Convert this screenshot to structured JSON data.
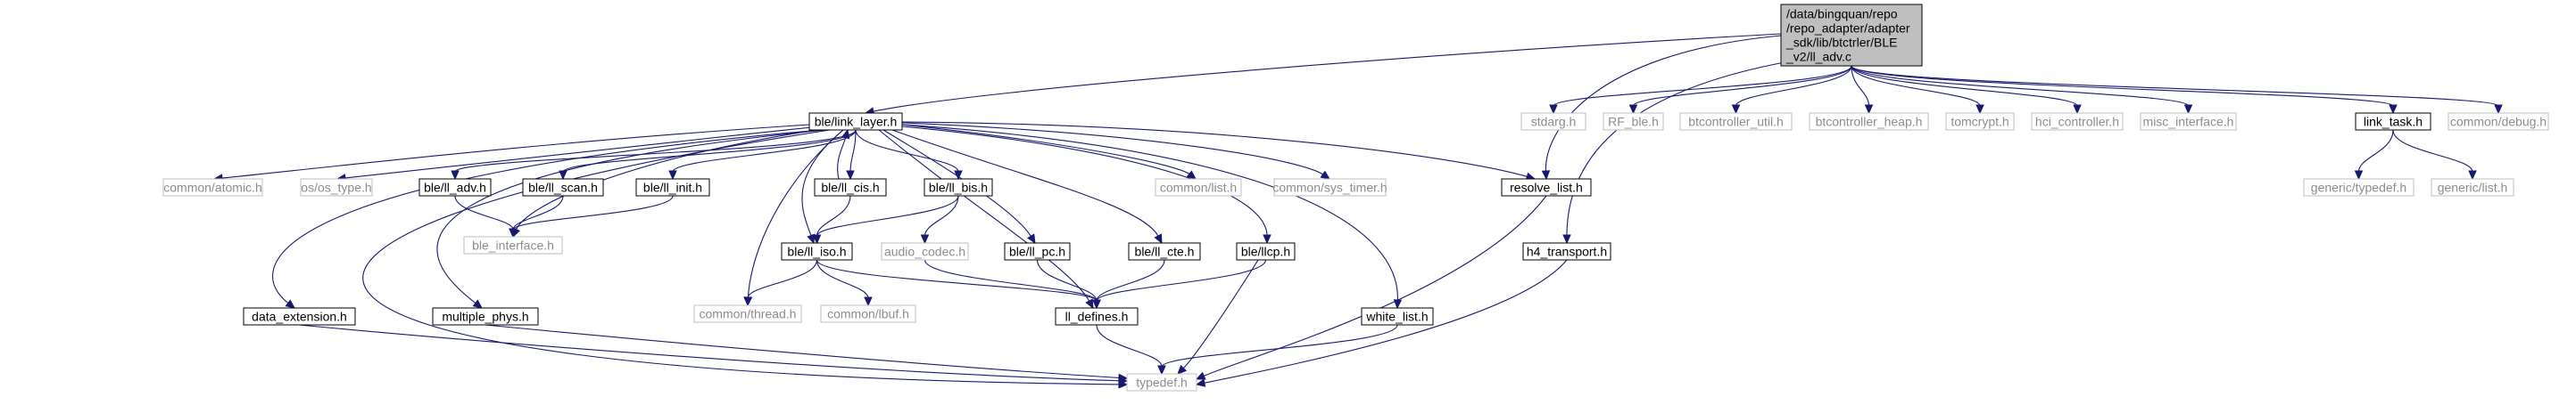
{
  "diagram": {
    "colors": {
      "edge": "#191970",
      "root_fill": "#bfbfbf",
      "doc_border": "#000000",
      "nodoc_border": "#bfbfbf",
      "nodoc_text": "#8c8c8c"
    },
    "nodes": [
      {
        "id": "root",
        "kind": "root",
        "lines": [
          "/data/bingquan/repo",
          "/repo_adapter/adapter",
          "_sdk/lib/btctrler/BLE",
          "_v2/ll_adv.c"
        ]
      },
      {
        "id": "link_layer",
        "kind": "doc",
        "lines": [
          "ble/link_layer.h"
        ]
      },
      {
        "id": "stdarg",
        "kind": "nodoc",
        "lines": [
          "stdarg.h"
        ]
      },
      {
        "id": "rf_ble",
        "kind": "nodoc",
        "lines": [
          "RF_ble.h"
        ]
      },
      {
        "id": "btctrl_util",
        "kind": "nodoc",
        "lines": [
          "btcontroller_util.h"
        ]
      },
      {
        "id": "btctrl_heap",
        "kind": "nodoc",
        "lines": [
          "btcontroller_heap.h"
        ]
      },
      {
        "id": "tomcrypt",
        "kind": "nodoc",
        "lines": [
          "tomcrypt.h"
        ]
      },
      {
        "id": "hci_controller",
        "kind": "nodoc",
        "lines": [
          "hci_controller.h"
        ]
      },
      {
        "id": "misc_interface",
        "kind": "nodoc",
        "lines": [
          "misc_interface.h"
        ]
      },
      {
        "id": "link_task",
        "kind": "doc",
        "lines": [
          "link_task.h"
        ]
      },
      {
        "id": "common_debug",
        "kind": "nodoc",
        "lines": [
          "common/debug.h"
        ]
      },
      {
        "id": "common_atomic",
        "kind": "nodoc",
        "lines": [
          "common/atomic.h"
        ]
      },
      {
        "id": "os_type",
        "kind": "nodoc",
        "lines": [
          "os/os_type.h"
        ]
      },
      {
        "id": "ll_adv",
        "kind": "doc",
        "lines": [
          "ble/ll_adv.h"
        ]
      },
      {
        "id": "ll_scan",
        "kind": "doc",
        "lines": [
          "ble/ll_scan.h"
        ]
      },
      {
        "id": "ll_init",
        "kind": "doc",
        "lines": [
          "ble/ll_init.h"
        ]
      },
      {
        "id": "ll_cis",
        "kind": "doc",
        "lines": [
          "ble/ll_cis.h"
        ]
      },
      {
        "id": "ll_bis",
        "kind": "doc",
        "lines": [
          "ble/ll_bis.h"
        ]
      },
      {
        "id": "common_list",
        "kind": "nodoc",
        "lines": [
          "common/list.h"
        ]
      },
      {
        "id": "common_sys_timer",
        "kind": "nodoc",
        "lines": [
          "common/sys_timer.h"
        ]
      },
      {
        "id": "resolve_list",
        "kind": "doc",
        "lines": [
          "resolve_list.h"
        ]
      },
      {
        "id": "generic_typedef",
        "kind": "nodoc",
        "lines": [
          "generic/typedef.h"
        ]
      },
      {
        "id": "generic_list",
        "kind": "nodoc",
        "lines": [
          "generic/list.h"
        ]
      },
      {
        "id": "ble_interface",
        "kind": "nodoc",
        "lines": [
          "ble_interface.h"
        ]
      },
      {
        "id": "ll_iso",
        "kind": "doc",
        "lines": [
          "ble/ll_iso.h"
        ]
      },
      {
        "id": "audio_codec",
        "kind": "nodoc",
        "lines": [
          "audio_codec.h"
        ]
      },
      {
        "id": "ll_pc",
        "kind": "doc",
        "lines": [
          "ble/ll_pc.h"
        ]
      },
      {
        "id": "ll_cte",
        "kind": "doc",
        "lines": [
          "ble/ll_cte.h"
        ]
      },
      {
        "id": "llcp",
        "kind": "doc",
        "lines": [
          "ble/llcp.h"
        ]
      },
      {
        "id": "h4_transport",
        "kind": "doc",
        "lines": [
          "h4_transport.h"
        ]
      },
      {
        "id": "common_thread",
        "kind": "nodoc",
        "lines": [
          "common/thread.h"
        ]
      },
      {
        "id": "common_lbuf",
        "kind": "nodoc",
        "lines": [
          "common/lbuf.h"
        ]
      },
      {
        "id": "data_extension",
        "kind": "doc",
        "lines": [
          "data_extension.h"
        ]
      },
      {
        "id": "multiple_phys",
        "kind": "doc",
        "lines": [
          "multiple_phys.h"
        ]
      },
      {
        "id": "ll_defines",
        "kind": "doc",
        "lines": [
          "ll_defines.h"
        ]
      },
      {
        "id": "white_list",
        "kind": "doc",
        "lines": [
          "white_list.h"
        ]
      },
      {
        "id": "typedef",
        "kind": "nodoc",
        "lines": [
          "typedef.h"
        ]
      }
    ],
    "edges": [
      [
        "root",
        "link_layer"
      ],
      [
        "root",
        "stdarg"
      ],
      [
        "root",
        "rf_ble"
      ],
      [
        "root",
        "btctrl_util"
      ],
      [
        "root",
        "btctrl_heap"
      ],
      [
        "root",
        "tomcrypt"
      ],
      [
        "root",
        "hci_controller"
      ],
      [
        "root",
        "misc_interface"
      ],
      [
        "root",
        "link_task"
      ],
      [
        "root",
        "common_debug"
      ],
      [
        "root",
        "resolve_list"
      ],
      [
        "root",
        "h4_transport"
      ],
      [
        "link_layer",
        "common_atomic"
      ],
      [
        "link_layer",
        "os_type"
      ],
      [
        "link_layer",
        "ll_adv"
      ],
      [
        "link_layer",
        "ll_scan"
      ],
      [
        "link_layer",
        "ll_init"
      ],
      [
        "link_layer",
        "ll_cis"
      ],
      [
        "link_layer",
        "ll_bis"
      ],
      [
        "link_layer",
        "common_list"
      ],
      [
        "link_layer",
        "common_sys_timer"
      ],
      [
        "link_layer",
        "resolve_list"
      ],
      [
        "link_layer",
        "ble_interface"
      ],
      [
        "link_layer",
        "ll_iso"
      ],
      [
        "link_layer",
        "ll_pc"
      ],
      [
        "link_layer",
        "ll_cte"
      ],
      [
        "link_layer",
        "llcp"
      ],
      [
        "link_layer",
        "data_extension"
      ],
      [
        "link_layer",
        "multiple_phys"
      ],
      [
        "link_layer",
        "common_thread"
      ],
      [
        "link_layer",
        "ll_defines"
      ],
      [
        "link_layer",
        "white_list"
      ],
      [
        "link_layer",
        "typedef"
      ],
      [
        "ll_cis",
        "link_layer"
      ],
      [
        "ll_cis",
        "ll_iso"
      ],
      [
        "ll_adv",
        "ble_interface"
      ],
      [
        "ll_scan",
        "ble_interface"
      ],
      [
        "ll_init",
        "ble_interface"
      ],
      [
        "ll_bis",
        "ll_iso"
      ],
      [
        "ll_bis",
        "audio_codec"
      ],
      [
        "ll_iso",
        "common_thread"
      ],
      [
        "ll_iso",
        "common_lbuf"
      ],
      [
        "ll_iso",
        "ll_defines"
      ],
      [
        "audio_codec",
        "ll_defines"
      ],
      [
        "ll_pc",
        "ll_defines"
      ],
      [
        "ll_cte",
        "ll_defines"
      ],
      [
        "llcp",
        "ll_defines"
      ],
      [
        "llcp",
        "typedef"
      ],
      [
        "ll_defines",
        "typedef"
      ],
      [
        "data_extension",
        "typedef"
      ],
      [
        "multiple_phys",
        "typedef"
      ],
      [
        "white_list",
        "typedef"
      ],
      [
        "resolve_list",
        "typedef"
      ],
      [
        "h4_transport",
        "typedef"
      ],
      [
        "link_task",
        "generic_typedef"
      ],
      [
        "link_task",
        "generic_list"
      ]
    ]
  }
}
